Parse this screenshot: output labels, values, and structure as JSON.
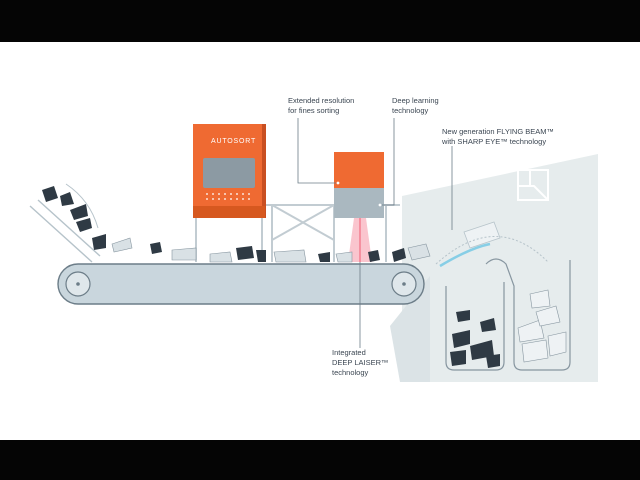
{
  "colors": {
    "belt": "#c9d6dd",
    "belt_outline": "#6c7d88",
    "machine_orange": "#ef6a32",
    "machine_screen": "#8c9aa3",
    "sorting_room": "#e6eced",
    "laser": "#f05a72",
    "waste_dark": "#2f3a44"
  },
  "machine": {
    "label": "AUTOSORT"
  },
  "labels": {
    "extended_resolution": [
      "Extended resolution",
      "for fines sorting"
    ],
    "deep_learning": [
      "Deep learning",
      "technology"
    ],
    "flying_beam": [
      "New generation FLYING BEAM™",
      "with SHARP EYE™ technology"
    ],
    "deep_laiser": [
      "Integrated",
      "DEEP LAISER™",
      "technology"
    ]
  },
  "icons": [
    "company-logo-icon"
  ]
}
